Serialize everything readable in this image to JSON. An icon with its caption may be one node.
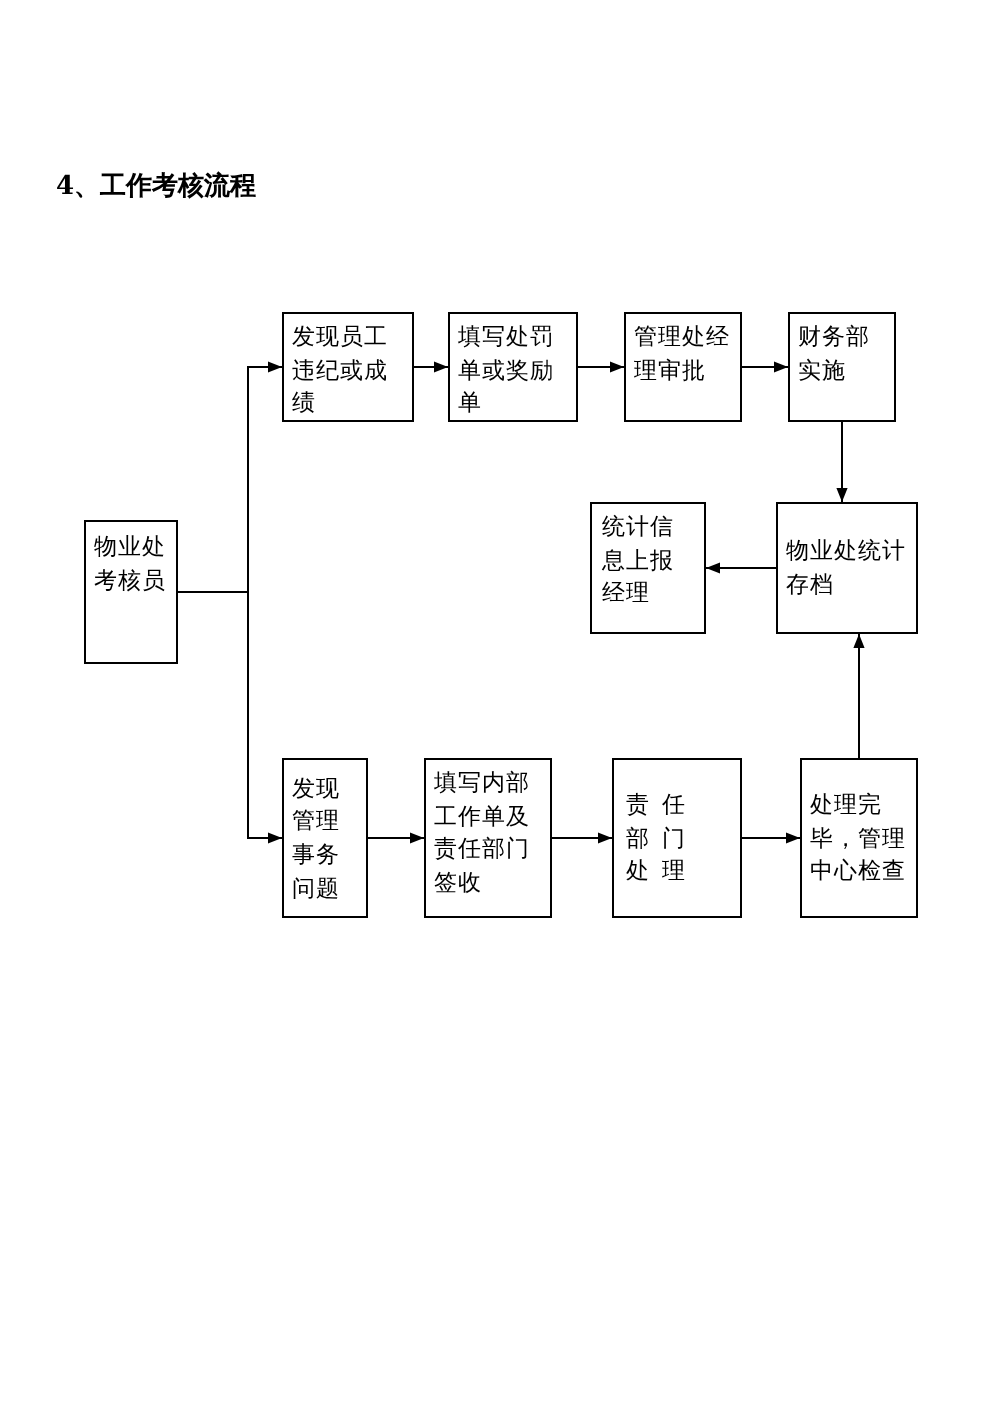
{
  "diagram": {
    "title": "4、工作考核流程",
    "nodes": [
      {
        "text": [
          "物业处考核员"
        ]
      },
      {
        "text": [
          "发现员工违纪或成绩"
        ]
      },
      {
        "text": [
          "填写处罚单或奖励单"
        ]
      },
      {
        "text": [
          "管理处经理审批"
        ]
      },
      {
        "text": [
          "财务部实施"
        ]
      },
      {
        "text": [
          "统计信息上报经理"
        ]
      },
      {
        "text": [
          "物业处统计存档"
        ]
      },
      {
        "text": [
          "发现管理事务问题"
        ]
      },
      {
        "text": [
          "填写内部工作单及责任部门签收"
        ]
      },
      {
        "text": [
          "责任部门处理"
        ]
      },
      {
        "text": [
          "处理完毕，管理中心检查"
        ]
      }
    ],
    "edges": [
      {
        "from": 0,
        "to": 1,
        "arrow": "to"
      },
      {
        "from": 0,
        "to": 7,
        "arrow": "to"
      },
      {
        "from": 1,
        "to": 2,
        "arrow": "to"
      },
      {
        "from": 2,
        "to": 3,
        "arrow": "to"
      },
      {
        "from": 3,
        "to": 4,
        "arrow": "to"
      },
      {
        "from": 4,
        "to": 6,
        "arrow": "to"
      },
      {
        "from": 6,
        "to": 5,
        "arrow": "to"
      },
      {
        "from": 7,
        "to": 8,
        "arrow": "to"
      },
      {
        "from": 8,
        "to": 9,
        "arrow": "to"
      },
      {
        "from": 9,
        "to": 10,
        "arrow": "to"
      },
      {
        "from": 10,
        "to": 6,
        "arrow": "to"
      }
    ]
  }
}
